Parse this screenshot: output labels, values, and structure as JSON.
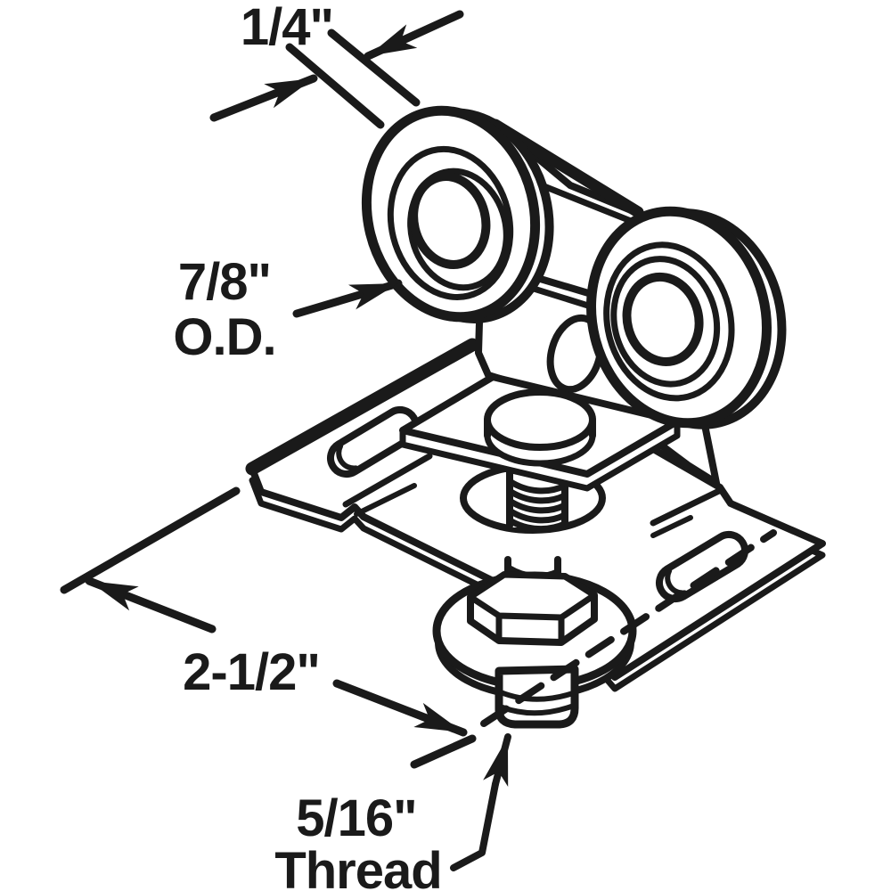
{
  "figure": {
    "title": "twin-wheel pocket door roller bracket diagram",
    "background_color": "#ffffff",
    "line_color": "#1a1a1a",
    "labels": {
      "roller_width": "1/4\"",
      "roller_od_line1": "7/8\"",
      "roller_od_line2": "O.D.",
      "bracket_length": "2-1/2\"",
      "thread_size_line1": "5/16\"",
      "thread_size_line2": "Thread"
    }
  }
}
